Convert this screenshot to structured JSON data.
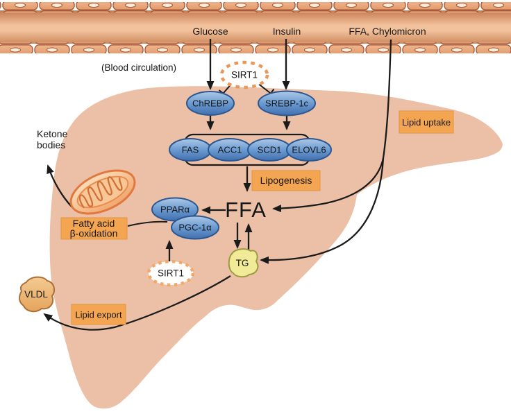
{
  "vessel": {
    "glucose": "Glucose",
    "insulin": "Insulin",
    "ffa_chylomicron": "FFA, Chylomicron",
    "caption": "(Blood circulation)"
  },
  "nodes": {
    "sirt1_top": "SIRT1",
    "chrebp": "ChREBP",
    "srebp1c": "SREBP-1c",
    "fas": "FAS",
    "acc1": "ACC1",
    "scd1": "SCD1",
    "elovl6": "ELOVL6",
    "ppara": "PPARα",
    "pgc1a": "PGC-1α",
    "sirt1_bottom": "SIRT1",
    "ffa": "FFA",
    "tg": "TG",
    "vldl": "VLDL"
  },
  "boxes": {
    "lipogenesis": "Lipogenesis",
    "lipid_uptake": "Lipid uptake",
    "lipid_export": "Lipid export",
    "fatty_acid_line1": "Fatty acid",
    "fatty_acid_line2": "β-oxidation"
  },
  "texts": {
    "ketone_line1": "Ketone",
    "ketone_line2": "bodies"
  },
  "colors": {
    "liver": "#ecc0a6",
    "orange_box": "#f3a551",
    "node_blue_mid": "#6b9bd1",
    "node_blue_border": "#2b568f",
    "vessel_cell": "#eaa87e",
    "vessel_border": "#a85a3a",
    "vessel_lumen_mid": "#f2c29c",
    "vessel_lumen_edge": "#c67a50",
    "tg_fill": "#f1ea96",
    "tg_border": "#9a9a40",
    "vldl_border": "#aa7038",
    "mito_border": "#e07840",
    "sirt1_dash": "#e9985a",
    "arrow": "#1a1a1a"
  }
}
